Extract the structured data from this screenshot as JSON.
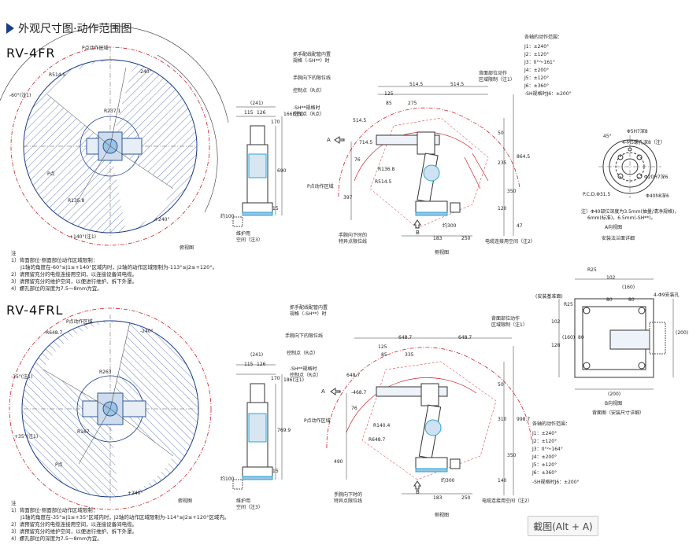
{
  "page_title": "外观尺寸图·动作范围图",
  "model_fr": "RV-4FR",
  "model_frl": "RV-4FRL",
  "top_view": {
    "fr": {
      "p_range": "P点动作区域",
      "r514": "R514.5",
      "r237": "R237.1",
      "r135": "R135.8",
      "p_point": "P点",
      "ang_neg240": "-240°",
      "ang_neg60": "-60°(注1)",
      "ang_pos140": "+140°(注1)",
      "ang_pos240": "+240°",
      "caption": "俯视图"
    },
    "frl": {
      "p_range": "P点动作区域",
      "r648": "R648.7",
      "r263": "R263",
      "r167": "R167",
      "p_point": "P点",
      "ang_neg240": "-240°",
      "ang_neg35": "-35°(注1)",
      "ang_pos35": "+35°(注1)",
      "ang_pos240": "+240°",
      "caption": "俯视图"
    }
  },
  "front_view": {
    "fr": {
      "d241": "(241)",
      "d115": "115",
      "d126": "126",
      "d170": "170",
      "d166": "166(注1)",
      "d690": "690",
      "d15": "15",
      "d100": "约100",
      "maint1": "维护用",
      "maint2": "空间（注3）"
    },
    "frl": {
      "d241": "(241)",
      "d115": "115",
      "d126": "126",
      "d170": "170",
      "d186": "186(注1)",
      "d769": "769.9",
      "d15": "15",
      "d100": "约100",
      "maint1": "维护用",
      "maint2": "空间（注3）"
    }
  },
  "side_view": {
    "fr": {
      "l1": "抓手配线配管内置",
      "l2": "规格（-SH**）时",
      "l3": "手腕向下的限位线",
      "l4": "控制点（R点）",
      "l5": "-SH**规格时",
      "l6": "控制点（R点）",
      "a": "A",
      "d125": "125",
      "d85": "85",
      "d275": "275",
      "d5145a": "514.5",
      "d5145b": "514.5",
      "d5145c": "514.5",
      "d7145": "714.5",
      "d76": "76",
      "r1368": "R136.8",
      "r5145": "R514.5",
      "p_range": "P点动作区域",
      "d397": "397",
      "d50": "50",
      "d235": "235",
      "d8645": "864.5",
      "d350": "350",
      "d120": "120",
      "d47": "47",
      "d183": "183",
      "d250": "250",
      "d300": "约300",
      "b": "B",
      "back1": "背面部位动作",
      "back2": "区域限制（注1）",
      "spec1": "手腕向下时的",
      "spec2": "特异点限位线",
      "cable": "电缆连接用空间（注2）",
      "caption": "侧视图"
    },
    "frl": {
      "l1": "抓手配线配管内置",
      "l2": "规格（-SH**）时",
      "l3": "手腕向下的限位线",
      "l4": "控制点（R点）",
      "l5": "-SH**规格时",
      "l6": "控制点（R点）",
      "a": "A",
      "d125": "125",
      "d85": "85",
      "d335": "335",
      "d6487a": "648.7",
      "d6487b": "648.7",
      "d6487c": "648.7",
      "d4687": "-468.7",
      "d76": "76",
      "r1404": "R140.4",
      "r6487": "R648.7",
      "p_range": "P点动作区域",
      "d490": "490",
      "d50": "50",
      "d310": "310",
      "d9987": "998.7",
      "d350": "350",
      "d140": "140",
      "d183": "183",
      "d250": "250",
      "d300": "约300",
      "b": "B",
      "back1": "背面部位动作",
      "back2": "区域限制（注1）",
      "spec1": "手腕向下时的",
      "spec2": "特异点限位线",
      "cable": "电缆连接用空间（注2）",
      "caption": "侧视图"
    }
  },
  "axis_range_fr": {
    "title": "各轴的动作范围：",
    "j1": "J1：±240°",
    "j2": "J2：±120°",
    "j3": "J3：0°～161°",
    "j4": "J4：±200°",
    "j5": "J5：±120°",
    "j6": "J6：±360°",
    "sh": "-SH规格时J6：±200°"
  },
  "axis_range_frl": {
    "title": "各轴的动作范围：",
    "j1": "J1：±240°",
    "j2": "J2：±120°",
    "j3": "J3：0°～164°",
    "j4": "J4：±200°",
    "j5": "J5：±120°",
    "j6": "J6：±360°",
    "sh": "-SH规格时J6：±200°"
  },
  "flange": {
    "phi5h7": "Φ5H7深8",
    "m5": "4-M5螺孔深8（注）",
    "deg45": "45°",
    "phi20": "Φ20H7深6",
    "phi40": "Φ40h8深6",
    "pcd": "P.C.D.Φ31.5",
    "note1": "注）Φ40部位深度为3.5mm(抽量/清净规格)，",
    "note2": "6mm(标准)，6.5mm(-SH**)。",
    "a_view": "A向视图",
    "caption": "安装法兰面详细"
  },
  "base": {
    "r25a": "R25",
    "d102": "102",
    "d160": "(160)",
    "d80a": "80",
    "d80b": "80",
    "ref": "(安装基准面)",
    "r25b": "R25",
    "holes": "4-Φ9安装孔",
    "d102v": "102",
    "d128": "128",
    "d160v": "(160)",
    "d80v": "80",
    "d200": "(200)",
    "d200b": "(200)",
    "b_view": "B向视图",
    "caption": "背面图（安装尺寸详细）"
  },
  "notes_fr": {
    "head": "注",
    "n1": "1）背面部位·侧面部位动作区域限制：",
    "n1b": "J1轴的角度在-60°≤J1≤+140°区域内时，J2轴的动作区域限制为-113°≤J2≤+120°。",
    "n2": "2）请预留充分的电缆连接用空间，以连接设备间电缆。",
    "n3": "3）请预留充分的维护空间，以便进行维护、拆下外罩。",
    "n4": "4）螺孔部位的深度为7.5～8mm为宜。"
  },
  "notes_frl": {
    "head": "注",
    "n1": "1）背面部位·侧面部位动作区域限制：",
    "n1b": "J1轴的角度在-35°≤J1≤+35°区域内时，J2轴的动作区域限制为-114°≤J2≤+120°区域内。",
    "n2": "2）请预留充分的电缆连接用空间，以连接设备间电缆。",
    "n3": "3）请预留充分的维护空间，以便进行维护、拆下外罩。",
    "n4": "4）螺孔部位的深度为7.5～8mm为宜。"
  },
  "screenshot_button": "截图(Alt + A)",
  "colors": {
    "blue": "#1b3c8c",
    "red": "#d0202a",
    "grey": "#555555",
    "cyan": "#2aa6d6"
  }
}
